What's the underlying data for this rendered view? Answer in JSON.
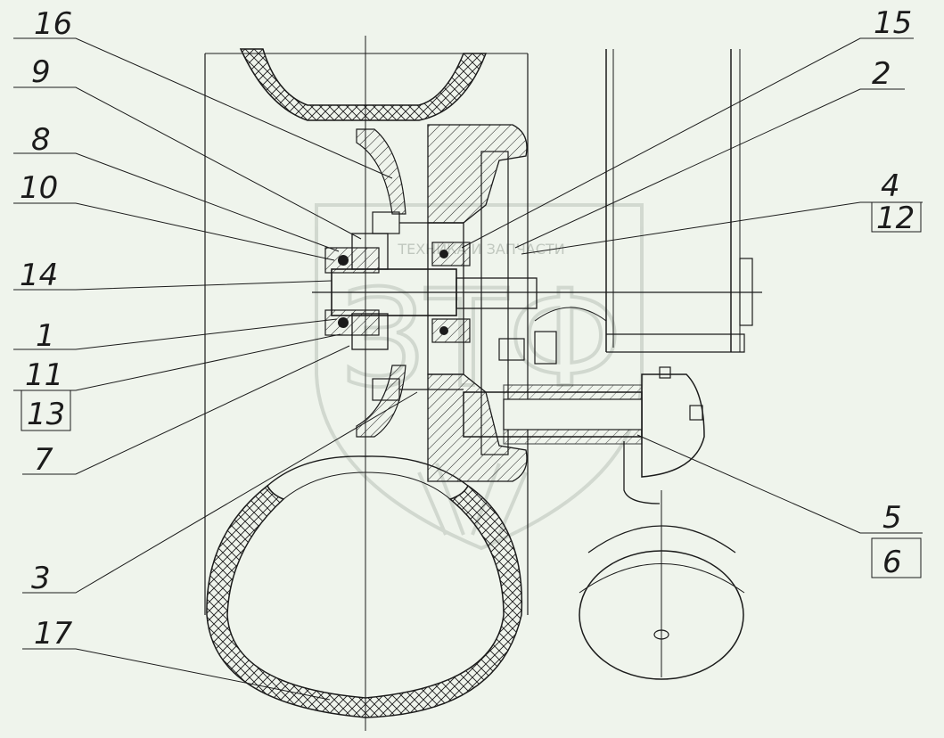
{
  "watermark": {
    "logo_text": "ТЕХНИКА И ЗАПЧАСТИ",
    "monogram": "ЗТФ"
  },
  "callouts": [
    {
      "id": "16",
      "text": "16"
    },
    {
      "id": "9",
      "text": "9"
    },
    {
      "id": "8",
      "text": "8"
    },
    {
      "id": "10",
      "text": "10"
    },
    {
      "id": "14",
      "text": "14"
    },
    {
      "id": "1",
      "text": "1"
    },
    {
      "id": "11",
      "text": "11"
    },
    {
      "id": "13",
      "text": "13"
    },
    {
      "id": "7",
      "text": "7"
    },
    {
      "id": "3",
      "text": "3"
    },
    {
      "id": "17",
      "text": "17"
    },
    {
      "id": "15",
      "text": "15"
    },
    {
      "id": "2",
      "text": "2"
    },
    {
      "id": "4",
      "text": "4"
    },
    {
      "id": "12",
      "text": "12"
    },
    {
      "id": "5",
      "text": "5"
    },
    {
      "id": "6",
      "text": "6"
    }
  ],
  "colors": {
    "background": "#eff4ec",
    "ink": "#1b1b1b",
    "watermark": "#b9c2b9"
  }
}
